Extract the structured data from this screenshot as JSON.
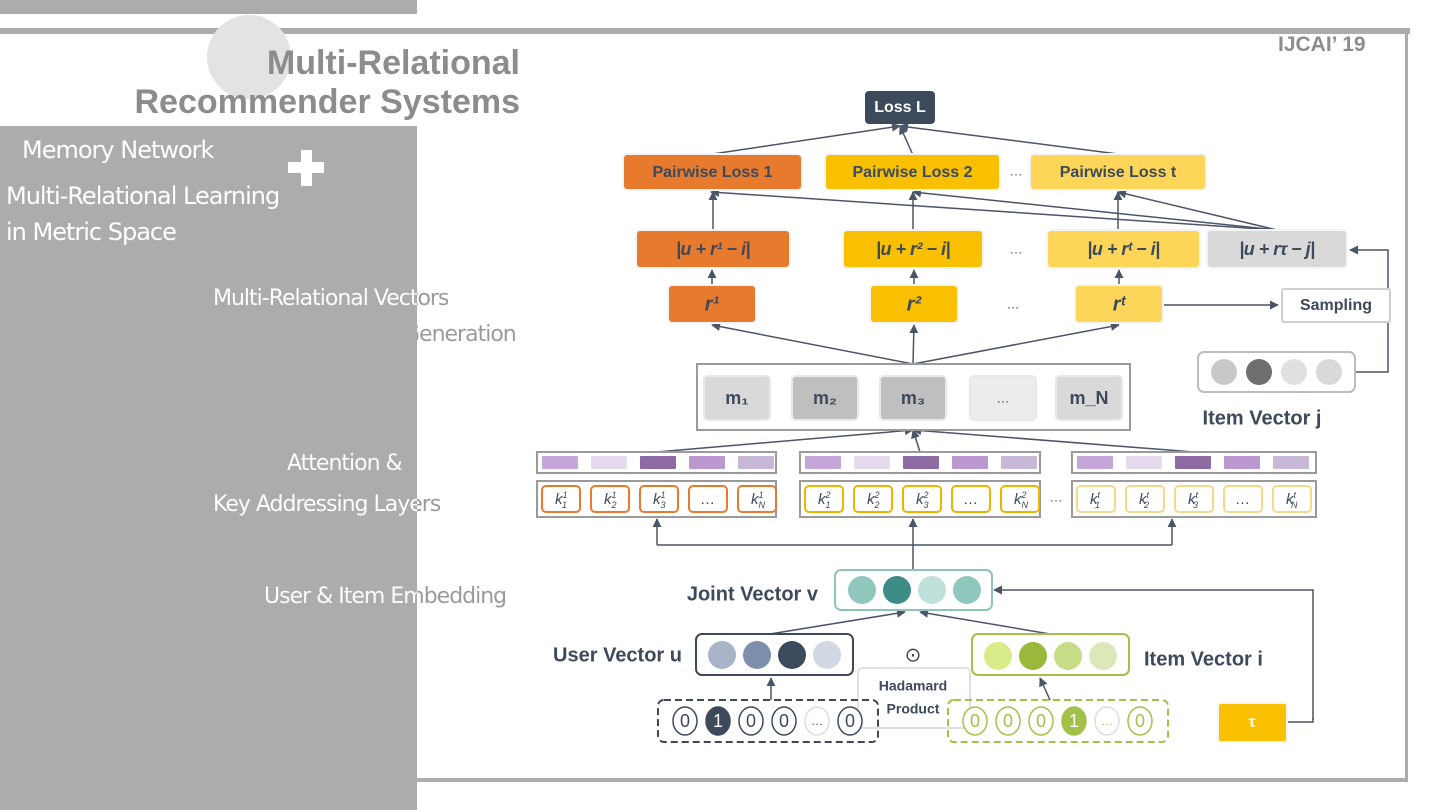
{
  "slide": {
    "title_line1": "Multi-Relational",
    "title_line2": "Recommender Systems",
    "venue": "IJCAI’ 19",
    "left": {
      "line1": "Memory Network",
      "line2": "Multi-Relational Learning",
      "line3": "in Metric Space"
    },
    "layers": {
      "vectors_gen_1": "Multi-Relational Vectors",
      "vectors_gen_2": "Generation",
      "attention_1": "Attention &",
      "attention_2": "Key Addressing Layers",
      "embedding": "User & Item Embedding"
    }
  },
  "diagram": {
    "loss": "Loss L",
    "pairwise": [
      "Pairwise Loss 1",
      "Pairwise Loss 2",
      "Pairwise Loss t"
    ],
    "ellipsis": "…",
    "distances": [
      "|u + r¹ − i|",
      "|u + r² − i|",
      "|u + rᵗ − i|",
      "|u + rτ − j|"
    ],
    "relations": [
      "r¹",
      "r²",
      "rᵗ"
    ],
    "sampling": "Sampling",
    "item_vector_j": "Item Vector j",
    "memory": [
      "m₁",
      "m₂",
      "m₃",
      "…",
      "m_N"
    ],
    "key_groups": [
      "1",
      "2",
      "t"
    ],
    "key_subs": [
      "1",
      "2",
      "3",
      "…",
      "N"
    ],
    "joint_vector": "Joint Vector v",
    "user_vector": "User Vector u",
    "item_vector_i": "Item Vector i",
    "hadamard_symbol": "⊙",
    "hadamard": "Hadamard Product",
    "user_onehot": [
      "0",
      "1",
      "0",
      "0",
      "…",
      "0"
    ],
    "item_onehot": [
      "0",
      "0",
      "0",
      "1",
      "…",
      "0"
    ],
    "tau": "τ",
    "colors": {
      "dark": "#3d4a5c",
      "orange": "#e87a2e",
      "yellow": "#f8c000",
      "light_yellow": "#fdd659",
      "gray": "#d9d9d9",
      "teal": "#7fbfb5",
      "olive": "#a3c14a",
      "purple": "#9b7bb0"
    }
  }
}
